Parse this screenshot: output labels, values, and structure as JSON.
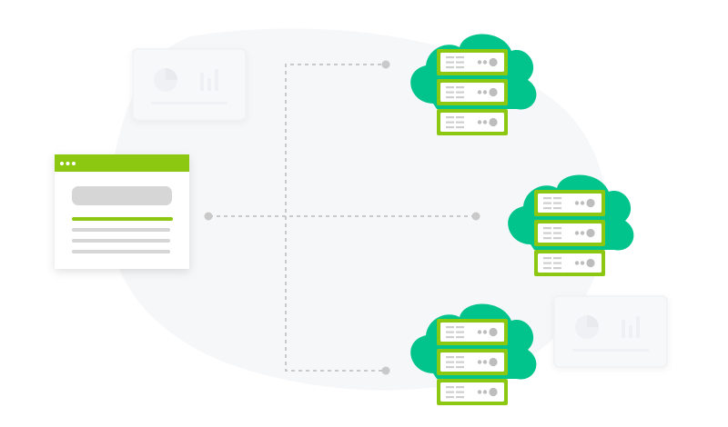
{
  "colors": {
    "cloud": "#00C48C",
    "accent": "#8CC812",
    "connector": "#C9C9C9",
    "placeholder": "#D6D6D6",
    "background_blob": "#F6F7F9"
  },
  "icons": {
    "client": "browser-window-icon",
    "server": "server-rack-icon",
    "cloud": "cloud-icon",
    "ghost": "chart-card-icon"
  },
  "diagram": {
    "client_window": {
      "dots": 3,
      "text_lines": 4
    },
    "cloud_servers": [
      {
        "id": "top",
        "servers": 3
      },
      {
        "id": "middle",
        "servers": 3
      },
      {
        "id": "bottom",
        "servers": 3
      }
    ],
    "connectors": [
      {
        "from": "client",
        "to": "top"
      },
      {
        "from": "client",
        "to": "middle"
      },
      {
        "from": "client",
        "to": "bottom"
      }
    ]
  }
}
